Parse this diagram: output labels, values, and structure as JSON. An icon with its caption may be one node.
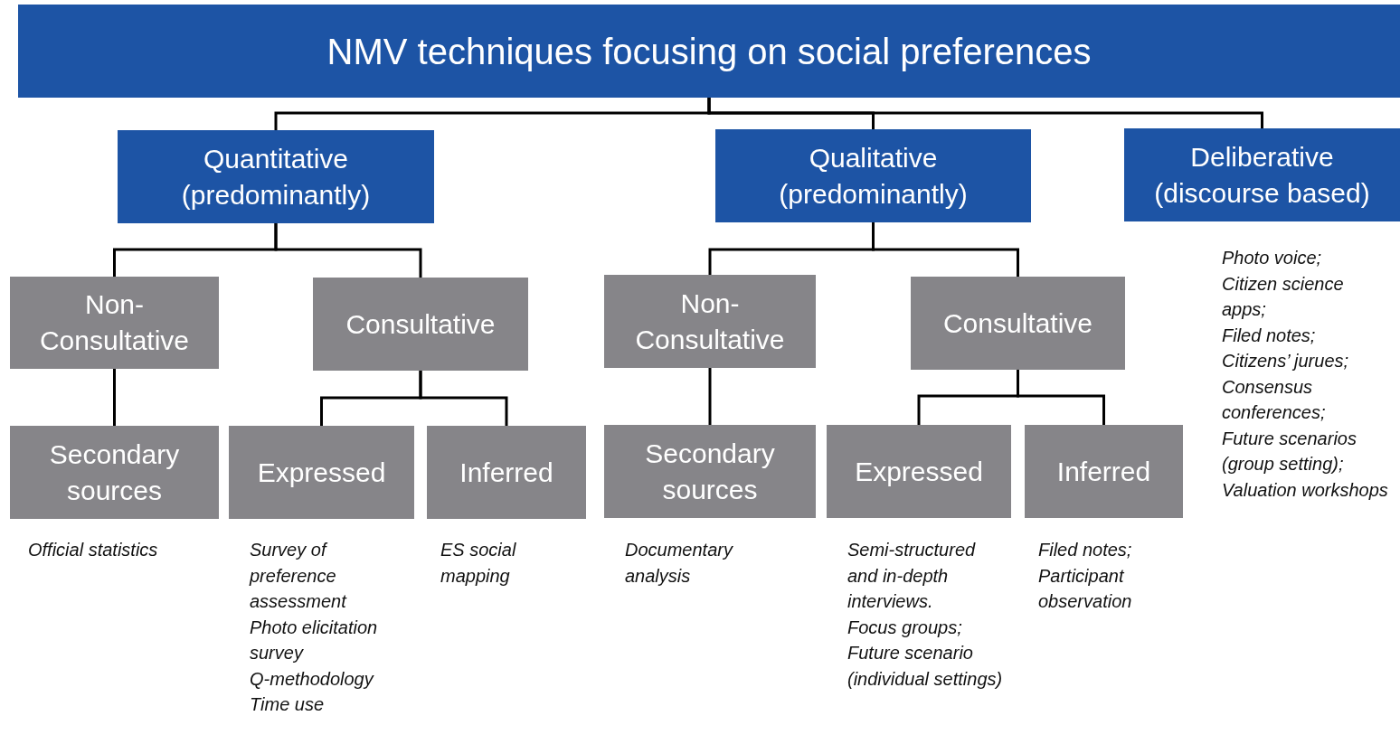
{
  "diagram": {
    "nodes": [
      {
        "text": [
          "NMV techniques focusing on social preferences"
        ]
      },
      {
        "text": [
          "Quantitative (predominantly)"
        ]
      },
      {
        "text": [
          "Qualitative (predominantly)"
        ]
      },
      {
        "text": [
          "Deliberative (discourse based)"
        ],
        "beside": [
          "Photo voice;",
          "Citizen science apps;",
          "Filed notes;",
          "Citizens’ jurues;",
          "Consensus conferences;",
          "Future scenarios (group setting);",
          "Valuation workshops"
        ]
      },
      {
        "text": [
          "Non-Consultative"
        ]
      },
      {
        "text": [
          "Consultative"
        ]
      },
      {
        "text": [
          "Secondary sources"
        ],
        "beside": [
          "Official statistics"
        ]
      },
      {
        "text": [
          "Expressed"
        ],
        "beside": [
          "Survey of preference assessment",
          "Photo elicitation survey",
          "Q-methodology",
          "Time use"
        ]
      },
      {
        "text": [
          "Inferred"
        ],
        "beside": [
          "ES social mapping"
        ]
      },
      {
        "text": [
          "Non-Consultative"
        ]
      },
      {
        "text": [
          "Consultative"
        ]
      },
      {
        "text": [
          "Secondary sources"
        ],
        "beside": [
          "Documentary analysis"
        ]
      },
      {
        "text": [
          "Expressed"
        ],
        "beside": [
          "Semi-structured and in-depth interviews.",
          "Focus groups;",
          "Future scenario (individual settings)"
        ]
      },
      {
        "text": [
          "Inferred"
        ],
        "beside": [
          "Filed notes;",
          "Participant observation"
        ]
      }
    ],
    "edges": [
      {
        "from": 0,
        "to": 1,
        "arrow": "none"
      },
      {
        "from": 0,
        "to": 2,
        "arrow": "none"
      },
      {
        "from": 0,
        "to": 3,
        "arrow": "none"
      },
      {
        "from": 1,
        "to": 4,
        "arrow": "none"
      },
      {
        "from": 1,
        "to": 5,
        "arrow": "none"
      },
      {
        "from": 4,
        "to": 6,
        "arrow": "none"
      },
      {
        "from": 5,
        "to": 7,
        "arrow": "none"
      },
      {
        "from": 5,
        "to": 8,
        "arrow": "none"
      },
      {
        "from": 2,
        "to": 9,
        "arrow": "none"
      },
      {
        "from": 2,
        "to": 10,
        "arrow": "none"
      },
      {
        "from": 9,
        "to": 11,
        "arrow": "none"
      },
      {
        "from": 10,
        "to": 12,
        "arrow": "none"
      },
      {
        "from": 10,
        "to": 13,
        "arrow": "none"
      }
    ]
  }
}
